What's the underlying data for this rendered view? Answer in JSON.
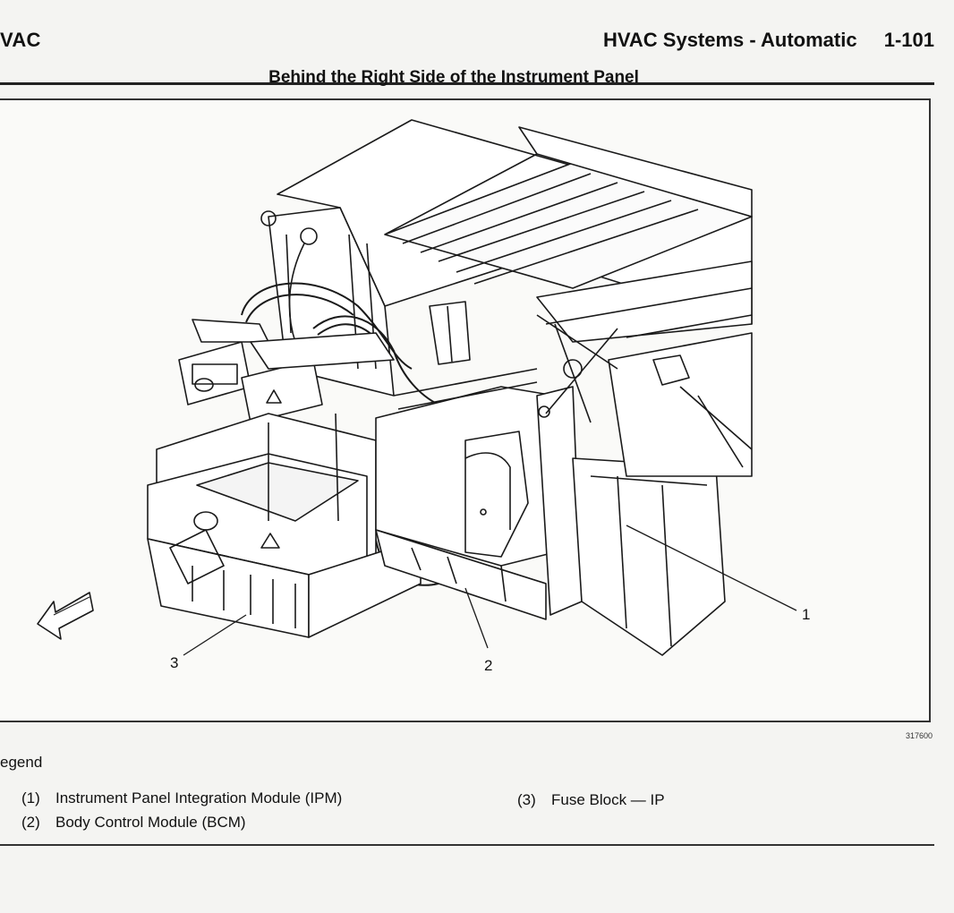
{
  "header": {
    "section_left": "VAC",
    "section_title": "HVAC Systems - Automatic",
    "page_number": "1-101"
  },
  "figure": {
    "title": "Behind the Right Side of the Instrument Panel",
    "figure_id": "317600",
    "callouts": [
      "1",
      "2",
      "3"
    ]
  },
  "legend": {
    "title": "egend",
    "items": [
      {
        "num": "(1)",
        "label": "Instrument Panel Integration Module (IPM)"
      },
      {
        "num": "(2)",
        "label": "Body Control Module (BCM)"
      },
      {
        "num": "(3)",
        "label": "Fuse Block — IP"
      }
    ]
  }
}
